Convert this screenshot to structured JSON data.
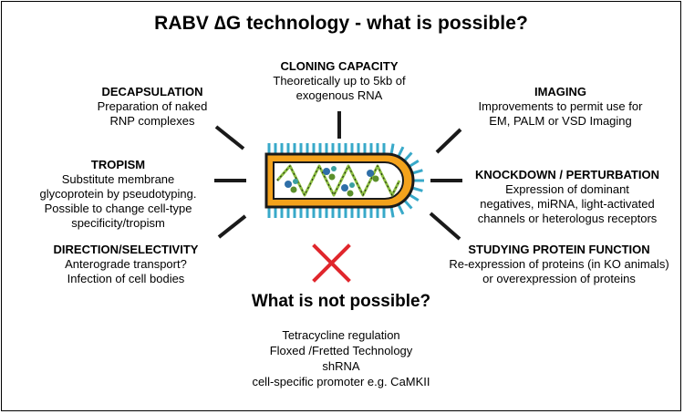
{
  "title": "RABV ∆G technology - what is possible?",
  "blocks": {
    "cloning": {
      "heading": "CLONING CAPACITY",
      "text": "Theoretically up to 5kb of\nexogenous RNA"
    },
    "decapsulation": {
      "heading": "DECAPSULATION",
      "text": "Preparation of naked\nRNP complexes"
    },
    "imaging": {
      "heading": "IMAGING",
      "text": "Improvements to permit use for\nEM, PALM or VSD Imaging"
    },
    "tropism": {
      "heading": "TROPISM",
      "text": "Substitute membrane\nglycoprotein by pseudotyping.\nPossible to change cell-type\nspecificity/tropism"
    },
    "knockdown": {
      "heading": "KNOCKDOWN / PERTURBATION",
      "text": "Expression of dominant\nnegatives, miRNA, light-activated\nchannels or heterologus receptors"
    },
    "direction": {
      "heading": "DIRECTION/SELECTIVITY",
      "text": "Anterograde transport?\nInfection of cell bodies"
    },
    "protein": {
      "heading": "STUDYING PROTEIN FUNCTION",
      "text": "Re-expression of proteins (in KO animals)\nor overexpression of proteins"
    }
  },
  "not_possible": {
    "heading": "What is not possible?",
    "items": [
      "Tetracycline regulation",
      "Floxed /Fretted Technology",
      "shRNA",
      "cell-specific promoter e.g. CaMKII"
    ]
  },
  "colors": {
    "virion_fill": "#f4a21c",
    "virion_outline": "#1a1a1a",
    "spikes": "#38a9c9",
    "rna_strand": "#8bbf3f",
    "cross": "#e0262c"
  },
  "icons": [
    "virion-icon",
    "cross-icon"
  ]
}
